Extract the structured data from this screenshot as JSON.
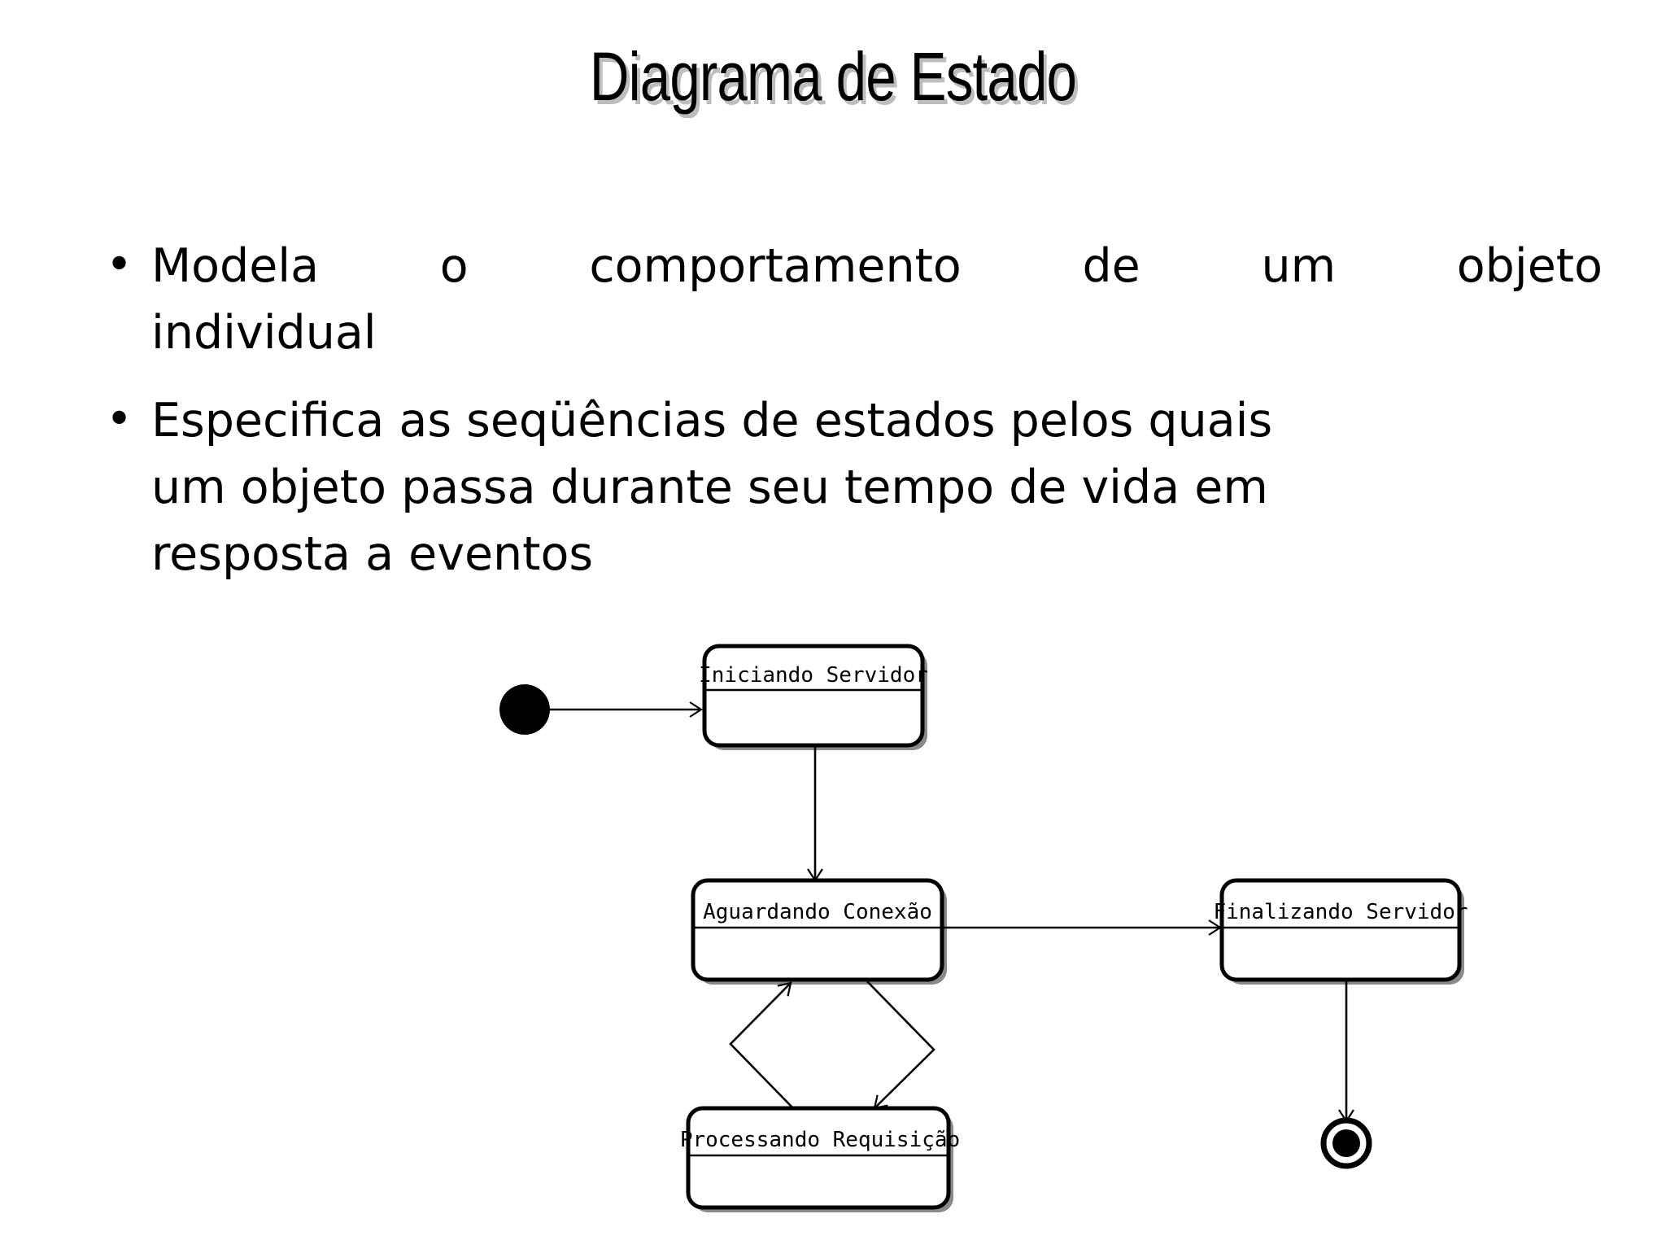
{
  "slide": {
    "title": "Diagrama de Estado",
    "title_shadow_color": "#bdbdbd",
    "background_color": "#ffffff",
    "text_color": "#000000"
  },
  "bullets": [
    {
      "marker": "•",
      "lines": [
        "Modela o comportamento de um objeto",
        "individual"
      ],
      "text": "Modela o comportamento de um objeto individual"
    },
    {
      "marker": "•",
      "lines": [
        "Especifica as seqüências de estados pelos quais",
        "um objeto passa durante seu tempo de vida em",
        "resposta a eventos"
      ],
      "text": "Especifica as seqüências de estados pelos quais um objeto passa durante seu tempo de vida em resposta a eventos"
    }
  ],
  "diagram": {
    "type": "uml-state-diagram",
    "stroke_color": "#000000",
    "fill_color": "#ffffff",
    "shadow_color": "#7a7a7a",
    "nodes": [
      {
        "id": "initial",
        "kind": "initial-node",
        "label": ""
      },
      {
        "id": "s1",
        "kind": "state",
        "label": "Iniciando Servidor"
      },
      {
        "id": "s2",
        "kind": "state",
        "label": "Aguardando Conexão"
      },
      {
        "id": "s3",
        "kind": "state",
        "label": "Finalizando Servidor"
      },
      {
        "id": "s4",
        "kind": "state",
        "label": "Processando Requisição"
      },
      {
        "id": "final",
        "kind": "final-node",
        "label": ""
      }
    ],
    "transitions": [
      {
        "from": "initial",
        "to": "s1",
        "label": ""
      },
      {
        "from": "s1",
        "to": "s2",
        "label": ""
      },
      {
        "from": "s2",
        "to": "s3",
        "label": ""
      },
      {
        "from": "s2",
        "to": "s4",
        "label": ""
      },
      {
        "from": "s4",
        "to": "s2",
        "label": ""
      },
      {
        "from": "s3",
        "to": "final",
        "label": ""
      }
    ]
  }
}
